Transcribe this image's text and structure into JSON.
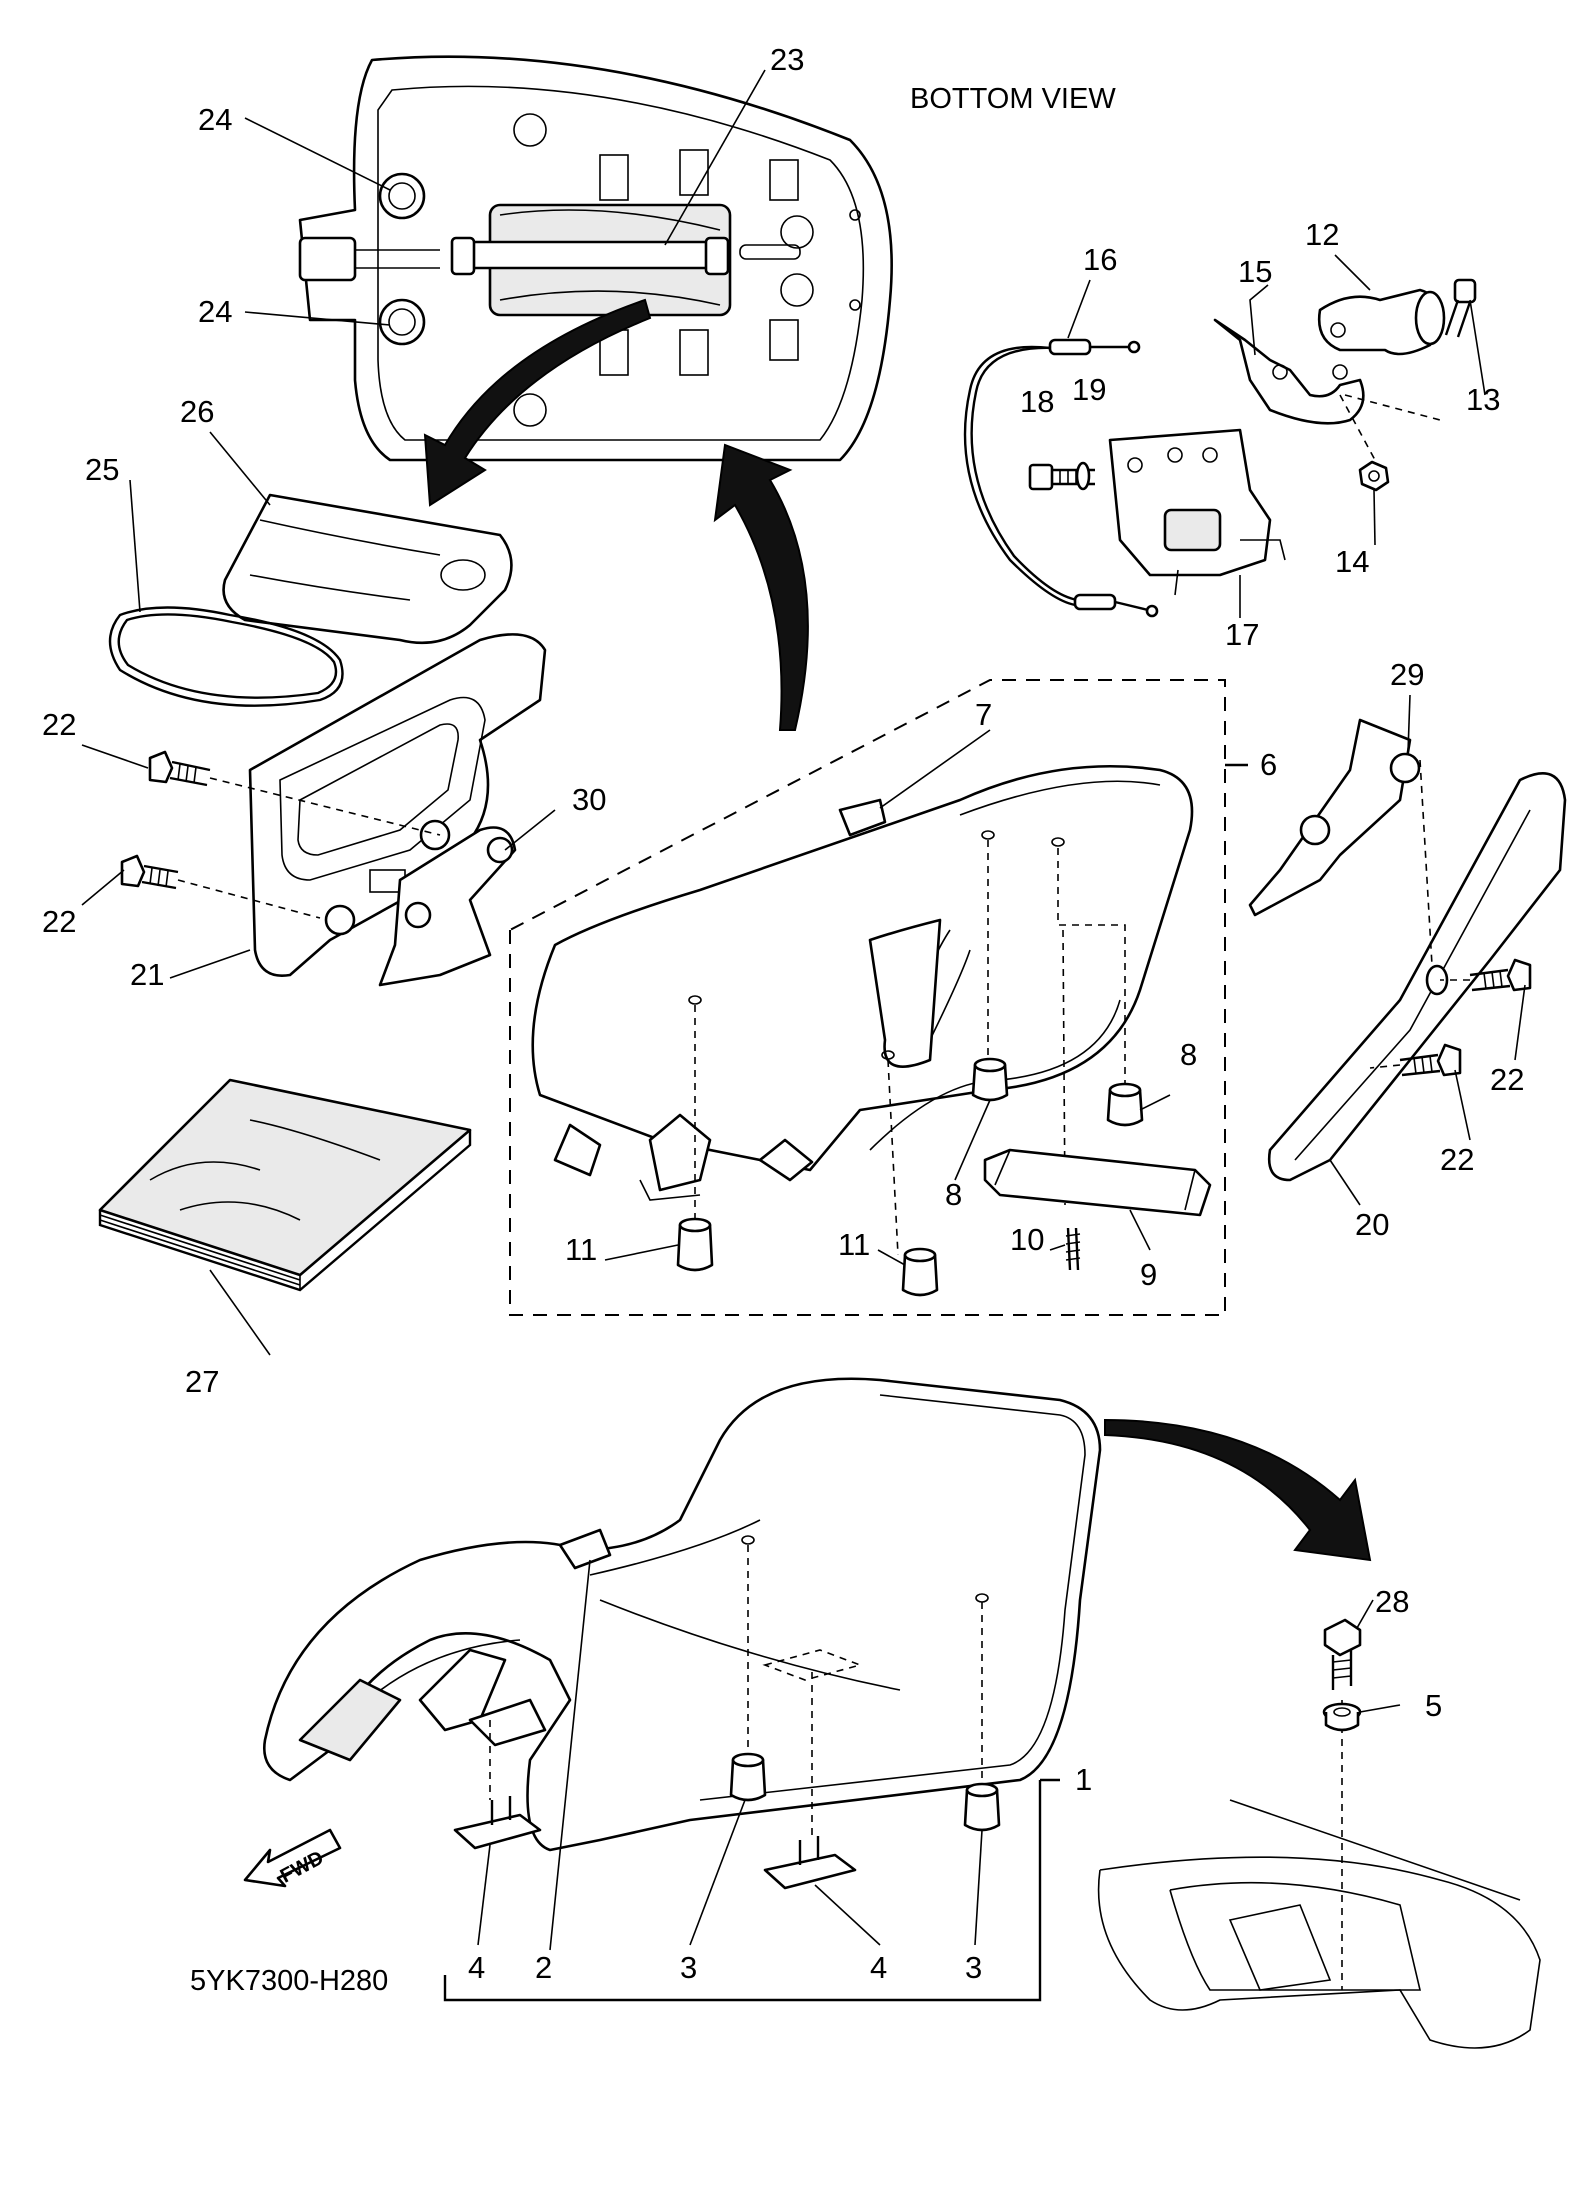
{
  "title": "BOTTOM VIEW",
  "drawing_code": "5YK7300-H280",
  "fwd_label": "FWD",
  "callouts": {
    "c1": "1",
    "c2": "2",
    "c3a": "3",
    "c3b": "3",
    "c4a": "4",
    "c4b": "4",
    "c5": "5",
    "c6": "6",
    "c7": "7",
    "c8a": "8",
    "c8b": "8",
    "c9": "9",
    "c10": "10",
    "c11a": "11",
    "c11b": "11",
    "c12": "12",
    "c13": "13",
    "c14": "14",
    "c15": "15",
    "c16": "16",
    "c17": "17",
    "c18": "18",
    "c19": "19",
    "c20": "20",
    "c21": "21",
    "c22a": "22",
    "c22b": "22",
    "c22c": "22",
    "c22d": "22",
    "c23": "23",
    "c24a": "24",
    "c24b": "24",
    "c25": "25",
    "c26": "26",
    "c27": "27",
    "c28": "28",
    "c29": "29",
    "c30": "30"
  }
}
